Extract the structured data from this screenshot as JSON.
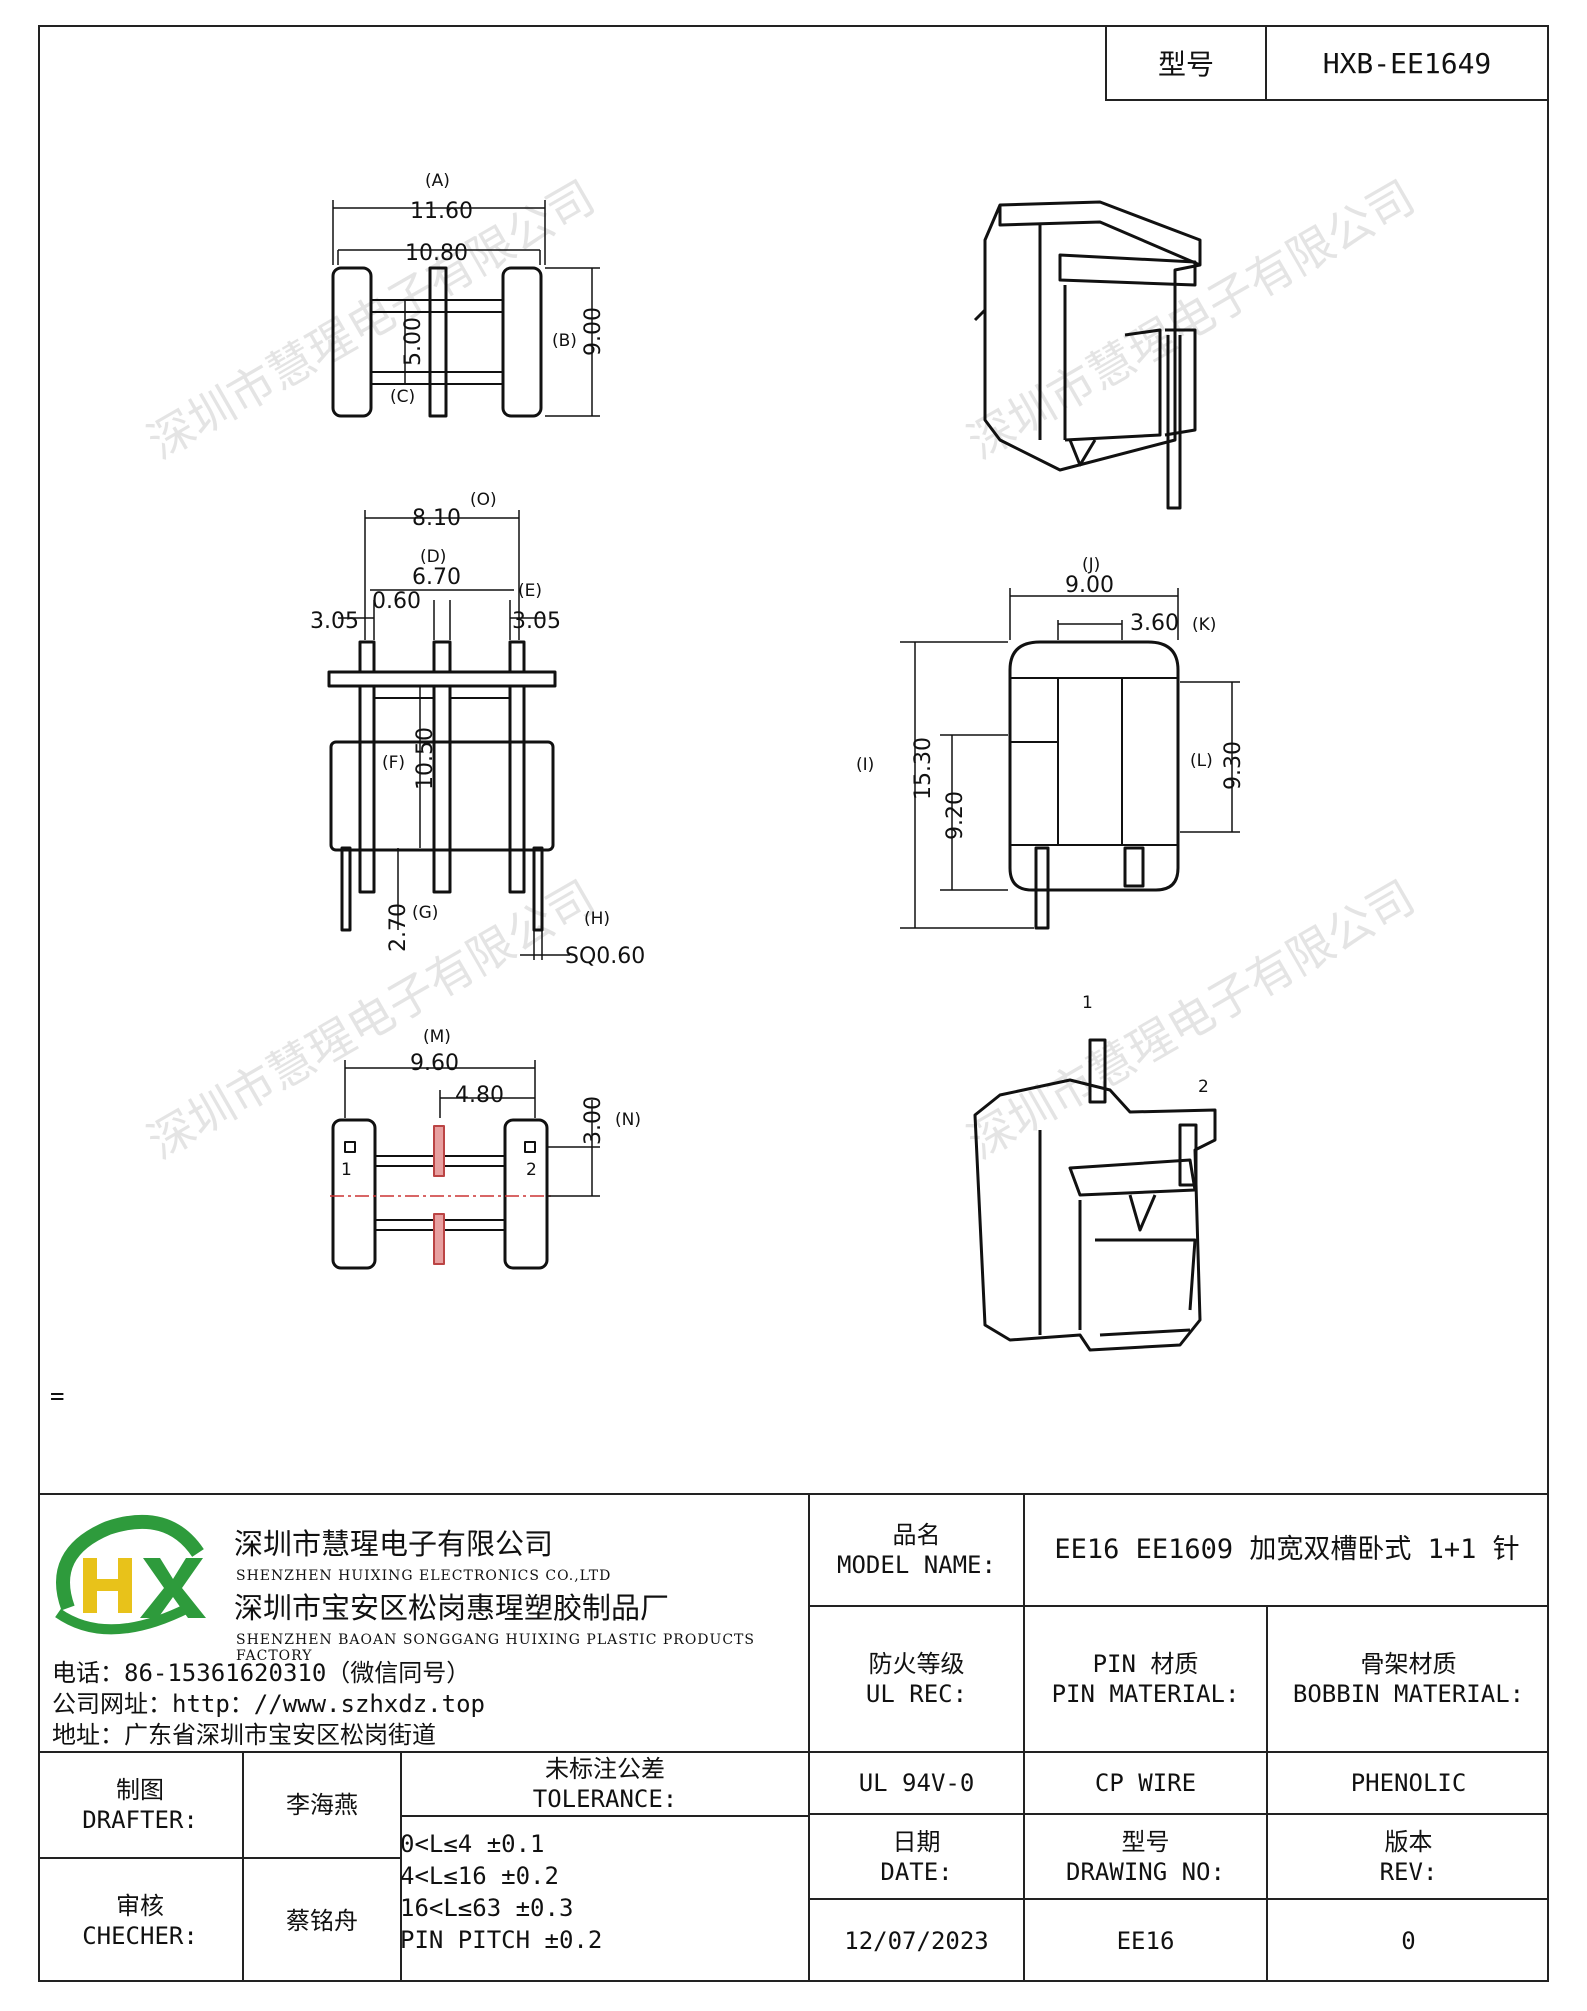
{
  "header": {
    "model_label": "型号",
    "model_value": "HXB-EE1649"
  },
  "dims_top": {
    "a_tag": "(A)",
    "a": "11.60",
    "a2": "10.80",
    "b_tag": "(B)",
    "b": "9.00",
    "c_tag": "(C)",
    "c": "5.00"
  },
  "dims_side": {
    "o_tag": "(O)",
    "o": "8.10",
    "d_tag": "(D)",
    "d": "6.70",
    "d2": "0.60",
    "left": "3.05",
    "e_tag": "(E)",
    "right": "3.05",
    "f_tag": "(F)",
    "f": "10.50",
    "g_tag": "(G)",
    "g": "2.70",
    "h_tag": "(H)",
    "h": "SQ0.60"
  },
  "dims_front": {
    "j_tag": "(J)",
    "j": "9.00",
    "k": "3.60",
    "k_tag": "(K)",
    "i_tag": "(I)",
    "i": "15.30",
    "i2": "9.20",
    "l_tag": "(L)",
    "l": "9.30"
  },
  "dims_bottom": {
    "m_tag": "(M)",
    "m": "9.60",
    "m2": "4.80",
    "n": "3.00",
    "n_tag": "(N)",
    "pin1": "1",
    "pin2": "2"
  },
  "iso_pins": {
    "p1": "1",
    "p2": "2"
  },
  "watermark": "深圳市慧瑆电子有限公司",
  "equals_mark": "=",
  "company": {
    "name_cn": "深圳市慧瑆电子有限公司",
    "name_en": "SHENZHEN HUIXING ELECTRONICS CO.,LTD",
    "factory_cn": "深圳市宝安区松岗惠瑆塑胶制品厂",
    "factory_en": "SHENZHEN BAOAN SONGGANG HUIXING PLASTIC PRODUCTS FACTORY",
    "phone": "电话：86-15361620310（微信同号）",
    "website": "公司网址：http：//www.szhxdz.top",
    "address": "地址：广东省深圳市宝安区松岗街道"
  },
  "logo": {
    "letters": "HX",
    "green": "#2e9b3c",
    "yellow": "#e8c21a"
  },
  "table": {
    "model_name_cn": "品名",
    "model_name_en": "MODEL NAME:",
    "model_name_value": "EE16 EE1609 加宽双槽卧式 1+1 针",
    "fire_cn": "防火等级",
    "fire_en": "UL REC:",
    "pin_cn": "PIN 材质",
    "pin_en": "PIN MATERIAL:",
    "bobbin_cn": "骨架材质",
    "bobbin_en": "BOBBIN MATERIAL:",
    "fire_value": "UL 94V-0",
    "pin_value": "CP WIRE",
    "bobbin_value": "PHENOLIC",
    "drafter_cn": "制图",
    "drafter_en": "DRAFTER:",
    "drafter_name": "李海燕",
    "checker_cn": "审核",
    "checker_en": "CHECHER:",
    "checker_name": "蔡铭舟",
    "tolerance_cn": "未标注公差",
    "tolerance_en": "TOLERANCE:",
    "tolerance_lines": [
      "0<L≤4  ±0.1",
      "4<L≤16 ±0.2",
      "16<L≤63 ±0.3",
      "PIN PITCH ±0.2"
    ],
    "date_cn": "日期",
    "date_en": "DATE:",
    "drawing_cn": "型号",
    "drawing_en": "DRAWING NO:",
    "rev_cn": "版本",
    "rev_en": "REV:",
    "date_value": "12/07/2023",
    "drawing_value": "EE16",
    "rev_value": "0"
  }
}
